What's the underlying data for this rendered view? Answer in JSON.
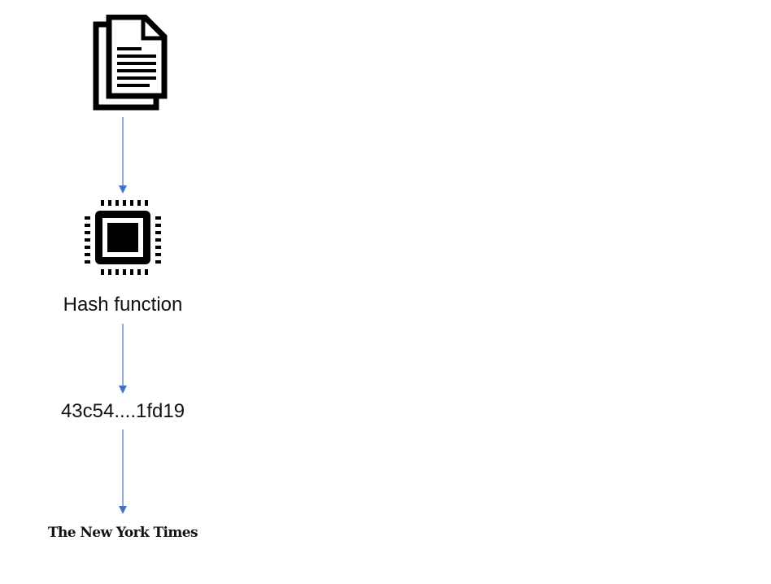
{
  "diagram": {
    "nodes": {
      "documents": {
        "icon": "documents-icon"
      },
      "hash_function": {
        "icon": "chip-icon",
        "label": "Hash function"
      },
      "hash_output": {
        "label": "43c54....1fd19"
      },
      "publication": {
        "logo_text": "The New York Times"
      }
    },
    "edges": [
      {
        "from": "documents",
        "to": "hash_function"
      },
      {
        "from": "hash_function",
        "to": "hash_output"
      },
      {
        "from": "hash_output",
        "to": "publication"
      }
    ],
    "colors": {
      "arrow": "#4472c4",
      "icon": "#000000",
      "text": "#111111"
    }
  }
}
